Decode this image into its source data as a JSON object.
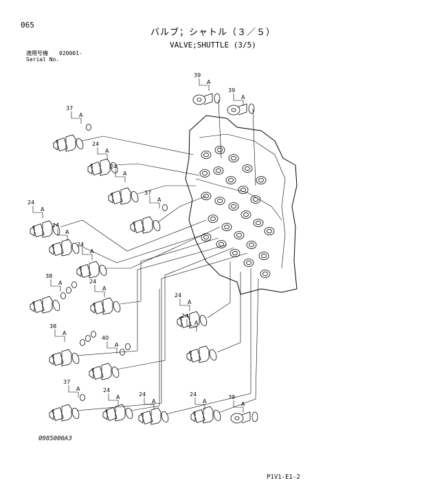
{
  "header": {
    "page_number": "065",
    "title_jp": "バルブ；シャトル（３／５）",
    "title_en": "VALVE;SHUTTLE (3/5)",
    "serial_label_jp": "適用号機",
    "serial_value": "020001-",
    "serial_label_en": "Serial No."
  },
  "footer": {
    "drawing_number": "0985000A3",
    "page_code": "P1V1-E1-2"
  },
  "callout_letter": "A",
  "callouts": [
    {
      "num": "39"
    },
    {
      "num": "39"
    },
    {
      "num": "37"
    },
    {
      "num": "24"
    },
    {
      "num": "24"
    },
    {
      "num": "37"
    },
    {
      "num": "24"
    },
    {
      "num": "24"
    },
    {
      "num": "24"
    },
    {
      "num": "38"
    },
    {
      "num": "24"
    },
    {
      "num": "24"
    },
    {
      "num": "38"
    },
    {
      "num": "40"
    },
    {
      "num": "24"
    },
    {
      "num": "37"
    },
    {
      "num": "24"
    },
    {
      "num": "24"
    },
    {
      "num": "24"
    },
    {
      "num": "39"
    }
  ]
}
